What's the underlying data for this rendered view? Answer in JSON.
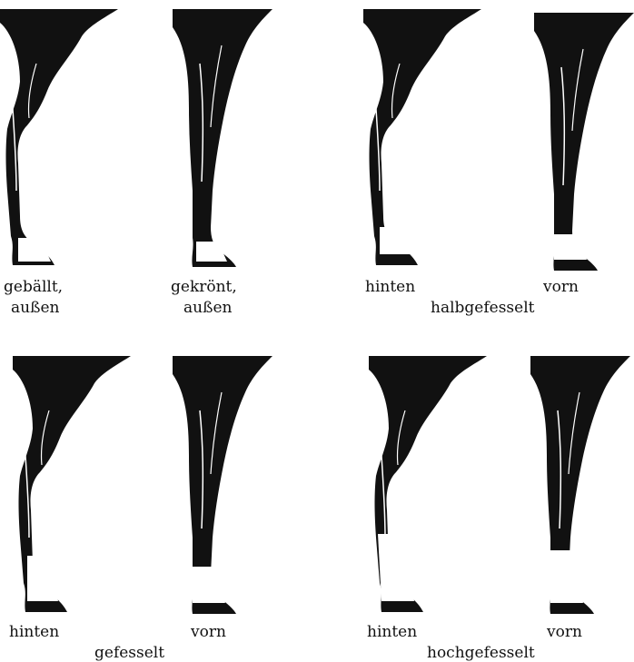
{
  "colors": {
    "ink": "#111111",
    "background": "#ffffff",
    "marking": "#ffffff"
  },
  "panels": [
    {
      "marking": "geballt-aussen",
      "labels": {
        "line1": "gebällt,",
        "line2": "außen"
      }
    },
    {
      "marking": "gekroent-aussen",
      "labels": {
        "line1": "gekrönt,",
        "line2": "außen"
      }
    },
    {
      "marking": "halbgefesselt",
      "labels": {
        "hind": "hinten",
        "front": "vorn",
        "caption": "halbgefesselt"
      }
    },
    {
      "marking": "gefesselt",
      "labels": {
        "hind": "hinten",
        "front": "vorn",
        "caption": "gefesselt"
      }
    },
    {
      "marking": "hochgefesselt",
      "labels": {
        "hind": "hinten",
        "front": "vorn",
        "caption": "hochgefesselt"
      }
    }
  ]
}
